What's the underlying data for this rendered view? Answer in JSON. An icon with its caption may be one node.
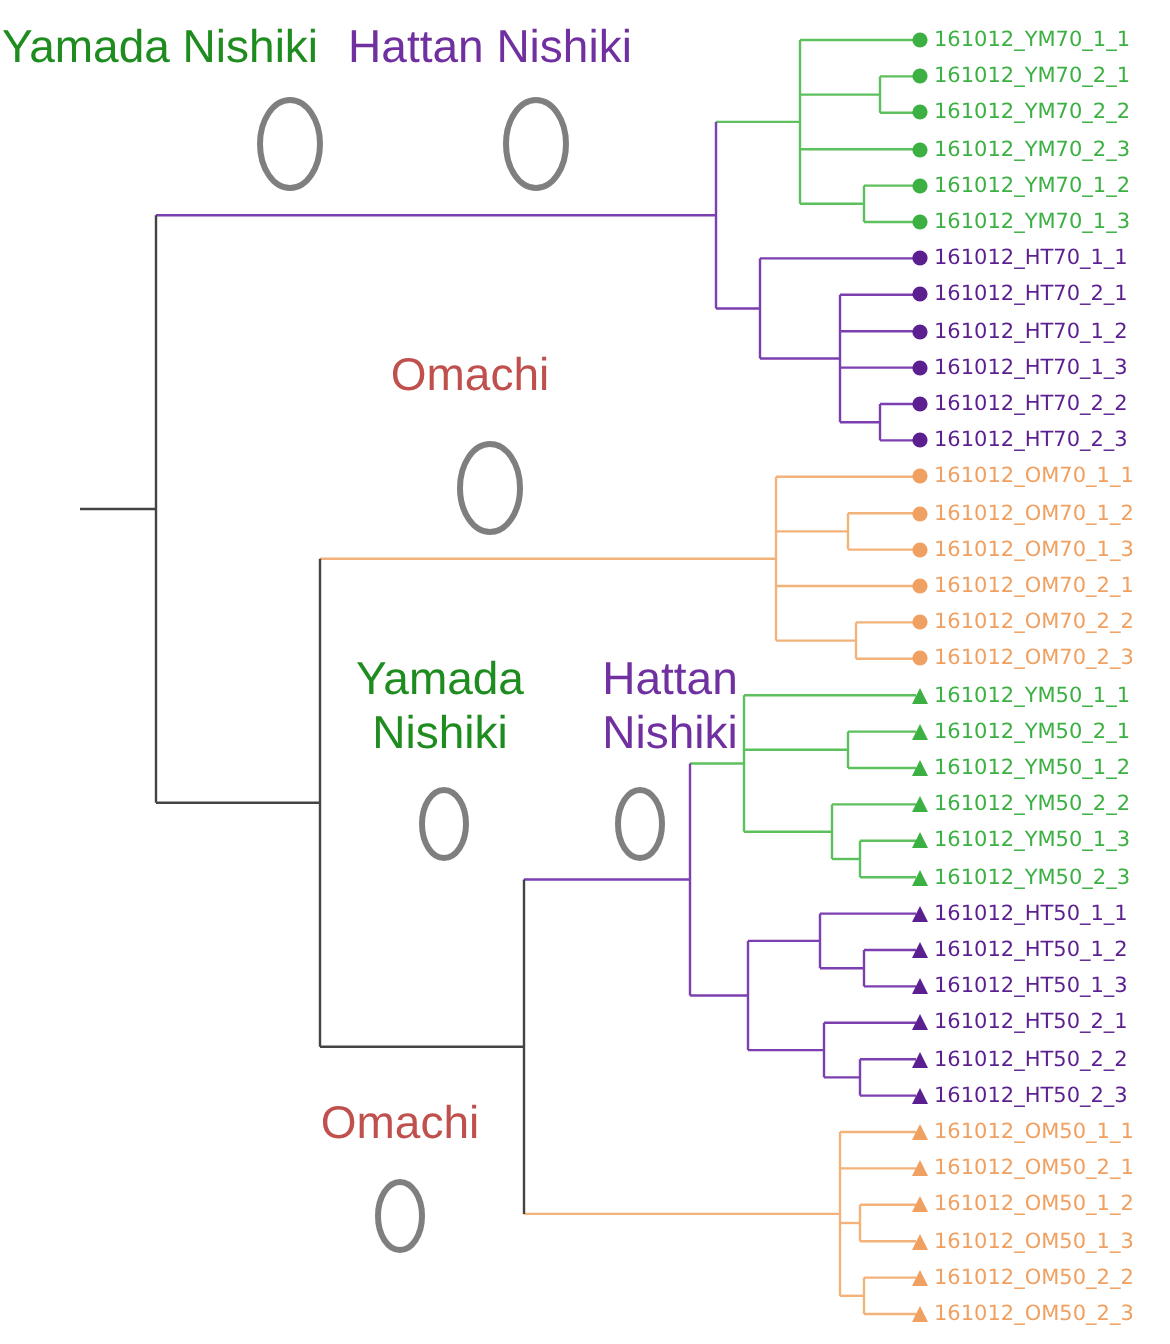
{
  "diagram": {
    "labels": [
      "Yamada Nishiki",
      "Hattan Nishiki",
      "Omachi",
      "Yamada Nishiki",
      "Hattan Nishiki",
      "Omachi",
      "161012_YM70_1_1",
      "161012_YM70_2_1",
      "161012_YM70_2_2",
      "161012_YM70_2_3",
      "161012_YM70_1_2",
      "161012_YM70_1_3",
      "161012_HT70_1_1",
      "161012_HT70_2_1",
      "161012_HT70_1_2",
      "161012_HT70_1_3",
      "161012_HT70_2_2",
      "161012_HT70_2_3",
      "161012_OM70_1_1",
      "161012_OM70_1_2",
      "161012_OM70_1_3",
      "161012_OM70_2_1",
      "161012_OM70_2_2",
      "161012_OM70_2_3",
      "161012_YM50_1_1",
      "161012_YM50_2_1",
      "161012_YM50_1_2",
      "161012_YM50_2_2",
      "161012_YM50_1_3",
      "161012_YM50_2_3",
      "161012_HT50_1_1",
      "161012_HT50_1_2",
      "161012_HT50_1_3",
      "161012_HT50_2_1",
      "161012_HT50_2_2",
      "161012_HT50_2_3",
      "161012_OM50_1_1",
      "161012_OM50_2_1",
      "161012_OM50_1_2",
      "161012_OM50_1_3",
      "161012_OM50_2_2",
      "161012_OM50_2_3"
    ]
  }
}
